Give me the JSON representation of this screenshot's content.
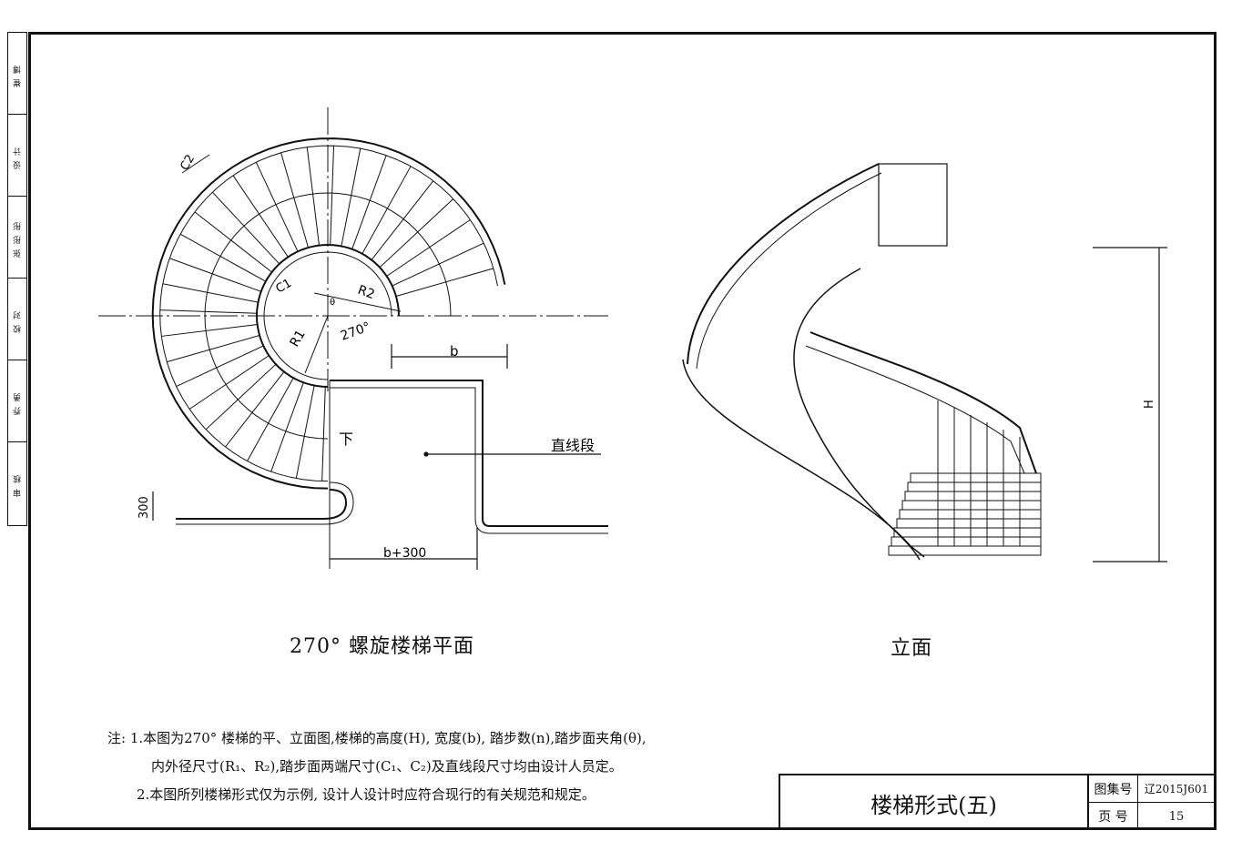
{
  "sidebar": {
    "cells": [
      "审核",
      "乔勇",
      "校对",
      "张彤彤",
      "设计",
      "崔博"
    ]
  },
  "plan": {
    "caption": "270° 螺旋楼梯平面",
    "labels": {
      "c2": "C2",
      "c1": "C1",
      "r2": "R2",
      "r1": "R1",
      "theta": "θ",
      "angle": "270°",
      "b": "b",
      "down": "下",
      "straight": "直线段",
      "dim300": "300",
      "b300": "b+300"
    }
  },
  "elevation": {
    "caption": "立面",
    "h_label": "H"
  },
  "notes": {
    "line1": "注: 1.本图为270° 楼梯的平、立面图,楼梯的高度(H), 宽度(b), 踏步数(n),踏步面夹角(θ),",
    "line2": "内外径尺寸(R₁、R₂),踏步面两端尺寸(C₁、C₂)及直线段尺寸均由设计人员定。",
    "line3": "2.本图所列楼梯形式仅为示例, 设计人设计时应符合现行的有关规范和规定。"
  },
  "title_block": {
    "title": "楼梯形式(五)",
    "atlas_label": "图集号",
    "atlas_value": "辽2015J601",
    "page_label": "页 号",
    "page_value": "15"
  }
}
